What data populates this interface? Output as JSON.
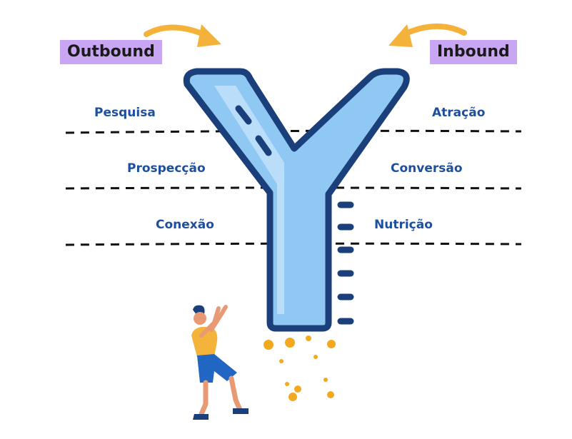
{
  "labels": {
    "outbound": "Outbound",
    "inbound": "Inbound"
  },
  "outbound_stages": [
    "Pesquisa",
    "Prospecção",
    "Conexão"
  ],
  "inbound_stages": [
    "Atração",
    "Conversão",
    "Nutrição"
  ],
  "colors": {
    "tag_bg": "#c9a6f3",
    "arrow": "#f5b23a",
    "y_fill": "#8ec8f3",
    "y_highlight": "#c6e4fb",
    "y_stroke": "#1a3f7a",
    "text": "#1d4f9c",
    "coin": "#f2a91f",
    "person_shirt": "#f4b33b",
    "person_pants": "#2266c4"
  },
  "icons": [
    "curved-arrow-right-icon",
    "curved-arrow-left-icon",
    "y-funnel-icon",
    "person-icon",
    "coin-icon"
  ]
}
